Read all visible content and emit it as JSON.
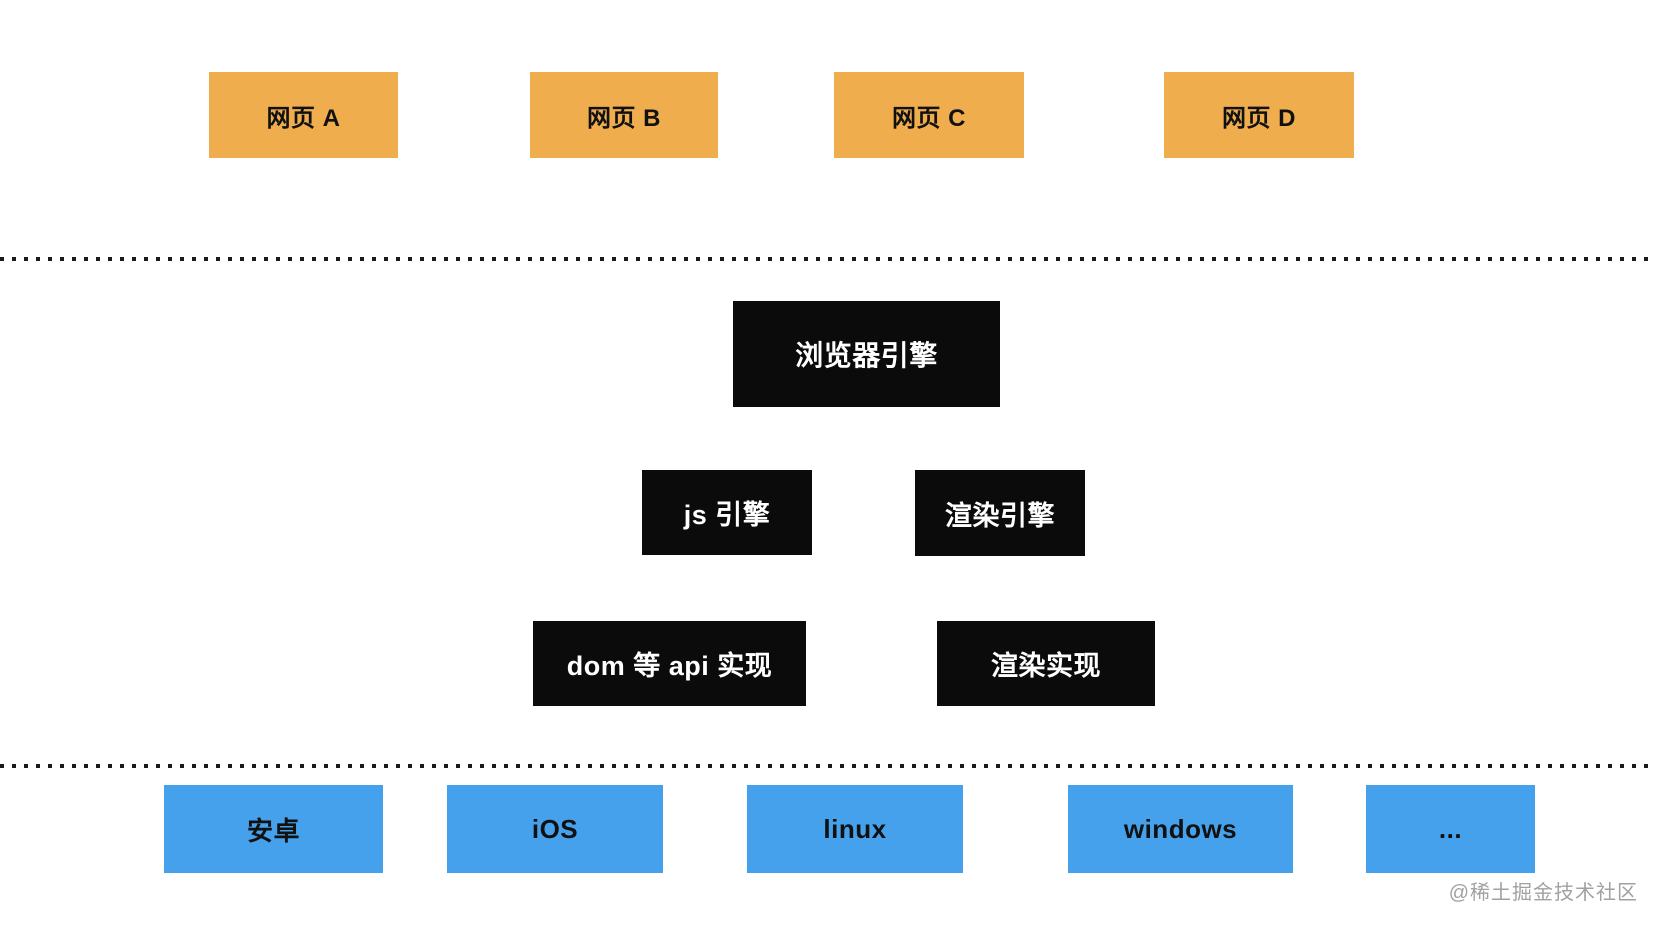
{
  "colors": {
    "background": "#ffffff",
    "webpage_box": "#f0ad4e",
    "engine_box": "#0b0b0b",
    "engine_text": "#ffffff",
    "platform_box": "#45a1ec",
    "label_text": "#111111",
    "separator": "#1a1a1a",
    "watermark": "#a1a1a1"
  },
  "webpages": [
    {
      "label": "网页 A"
    },
    {
      "label": "网页 B"
    },
    {
      "label": "网页 C"
    },
    {
      "label": "网页 D"
    }
  ],
  "engine_layers": {
    "browser_engine": {
      "label": "浏览器引擎"
    },
    "sub_engines": [
      {
        "label": "js 引擎"
      },
      {
        "label": "渲染引擎"
      }
    ],
    "implementations": [
      {
        "label": "dom 等 api 实现"
      },
      {
        "label": "渲染实现"
      }
    ]
  },
  "platforms": [
    {
      "label": "安卓"
    },
    {
      "label": "iOS"
    },
    {
      "label": "linux"
    },
    {
      "label": "windows"
    },
    {
      "label": "..."
    }
  ],
  "watermark": {
    "label": "@稀土掘金技术社区"
  }
}
